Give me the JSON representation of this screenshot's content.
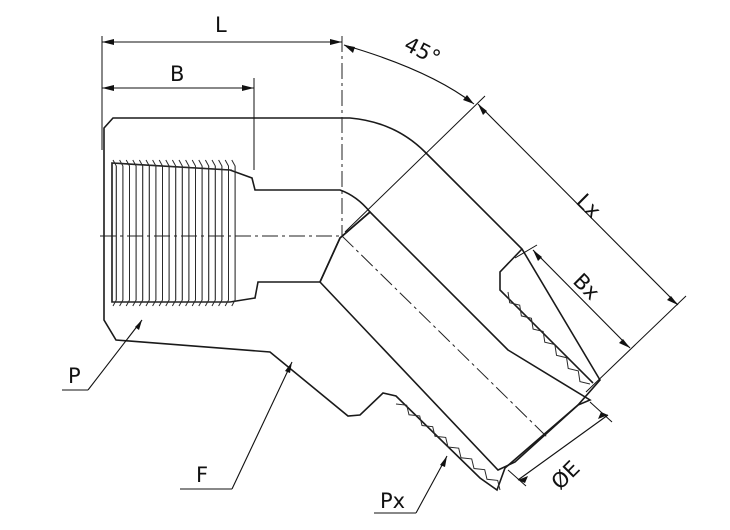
{
  "figure": {
    "colors": {
      "body_fill": "#d4d4d4",
      "bore_fill": "#ffffff",
      "line": "#111111"
    },
    "labels": {
      "L": "L",
      "B": "B",
      "angle": "45°",
      "Lx": "Lx",
      "Bx": "Bx",
      "P": "P",
      "F": "F",
      "Px": "Px",
      "E": "ØE"
    }
  }
}
